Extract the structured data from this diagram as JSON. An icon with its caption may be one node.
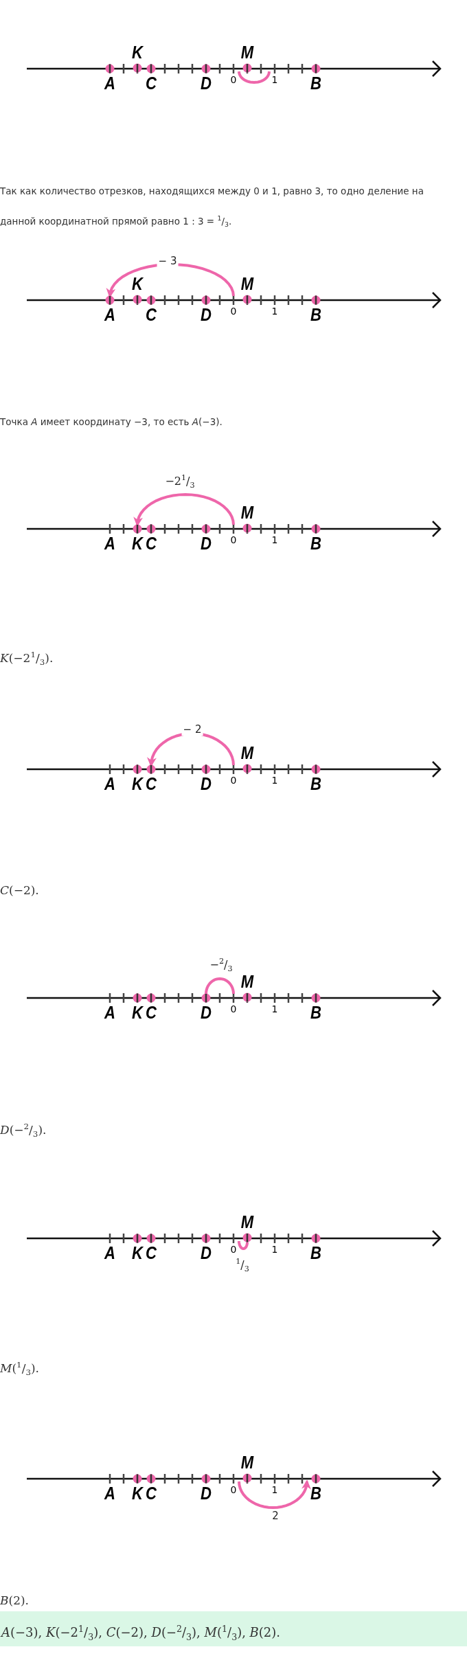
{
  "diagram": {
    "nodes": [
      {
        "text": [
          "A"
        ]
      },
      {
        "text": [
          "K"
        ]
      },
      {
        "text": [
          "C"
        ]
      },
      {
        "text": [
          "D"
        ]
      },
      {
        "text": [
          "0"
        ]
      },
      {
        "text": [
          "M"
        ]
      },
      {
        "text": [
          "1"
        ]
      },
      {
        "text": [
          "B"
        ]
      },
      {
        "text": [
          "A"
        ]
      },
      {
        "text": [
          "K"
        ]
      },
      {
        "text": [
          "C"
        ]
      },
      {
        "text": [
          "D"
        ]
      },
      {
        "text": [
          "0"
        ]
      },
      {
        "text": [
          "M"
        ]
      },
      {
        "text": [
          "1"
        ]
      },
      {
        "text": [
          "B"
        ]
      },
      {
        "text": [
          "A"
        ]
      },
      {
        "text": [
          "K"
        ]
      },
      {
        "text": [
          "C"
        ]
      },
      {
        "text": [
          "D"
        ]
      },
      {
        "text": [
          "0"
        ]
      },
      {
        "text": [
          "M"
        ]
      },
      {
        "text": [
          "1"
        ]
      },
      {
        "text": [
          "B"
        ]
      },
      {
        "text": [
          "A"
        ]
      },
      {
        "text": [
          "K"
        ]
      },
      {
        "text": [
          "C"
        ]
      },
      {
        "text": [
          "D"
        ]
      },
      {
        "text": [
          "0"
        ]
      },
      {
        "text": [
          "M"
        ]
      },
      {
        "text": [
          "1"
        ]
      },
      {
        "text": [
          "B"
        ]
      },
      {
        "text": [
          "A"
        ]
      },
      {
        "text": [
          "K"
        ]
      },
      {
        "text": [
          "C"
        ]
      },
      {
        "text": [
          "D"
        ]
      },
      {
        "text": [
          "0"
        ]
      },
      {
        "text": [
          "M"
        ]
      },
      {
        "text": [
          "1"
        ]
      },
      {
        "text": [
          "B"
        ]
      },
      {
        "text": [
          "A"
        ]
      },
      {
        "text": [
          "K"
        ]
      },
      {
        "text": [
          "C"
        ]
      },
      {
        "text": [
          "D"
        ]
      },
      {
        "text": [
          "0"
        ]
      },
      {
        "text": [
          "M"
        ]
      },
      {
        "text": [
          "1"
        ]
      },
      {
        "text": [
          "B"
        ]
      },
      {
        "text": [
          "A"
        ]
      },
      {
        "text": [
          "K"
        ]
      },
      {
        "text": [
          "C"
        ]
      },
      {
        "text": [
          "D"
        ]
      },
      {
        "text": [
          "0"
        ]
      },
      {
        "text": [
          "M"
        ]
      },
      {
        "text": [
          "1"
        ]
      },
      {
        "text": [
          "B"
        ]
      },
      {
        "text": [
          "*A*(−3), *K*(−2$^{1}$/$_{3}$), *C*(−2), *D*(−$^{2}$/$_{3}$), *M*($^{1}$/$_{3}$), *B*(2)."
        ]
      }
    ],
    "edges": [
      {
        "from": 4,
        "to": 6,
        "arrow": "none"
      },
      {
        "from": 12,
        "to": 8,
        "arrow": "to",
        "label": "− 3"
      },
      {
        "from": 20,
        "to": 17,
        "arrow": "to",
        "label": "−2$^{1}$/$_{3}$"
      },
      {
        "from": 28,
        "to": 26,
        "arrow": "to",
        "label": "− 2"
      },
      {
        "from": 36,
        "to": 35,
        "arrow": "none",
        "label": "−$^{2}$/$_{3}$"
      },
      {
        "from": 44,
        "to": 45,
        "arrow": "none",
        "label": "$^{1}$/$_{3}$"
      },
      {
        "from": 52,
        "to": 55,
        "arrow": "to",
        "label": "2"
      }
    ],
    "labels": [
      "Так как количество отрезков, находящихся между 0 и 1, равно 3, то одно деление на данной координатной прямой равно 1 : 3 = $^{1}$/$_{3}$.",
      "Точка *A* имеет координату −3, то есть *A*(−3).",
      "*K*(−2$^{1}$/$_{3}$).",
      "*C*(−2).",
      "*D*(−$^{2}$/$_{3}$).",
      "*M*($^{1}$/$_{3}$).",
      "*B*(2)."
    ]
  }
}
